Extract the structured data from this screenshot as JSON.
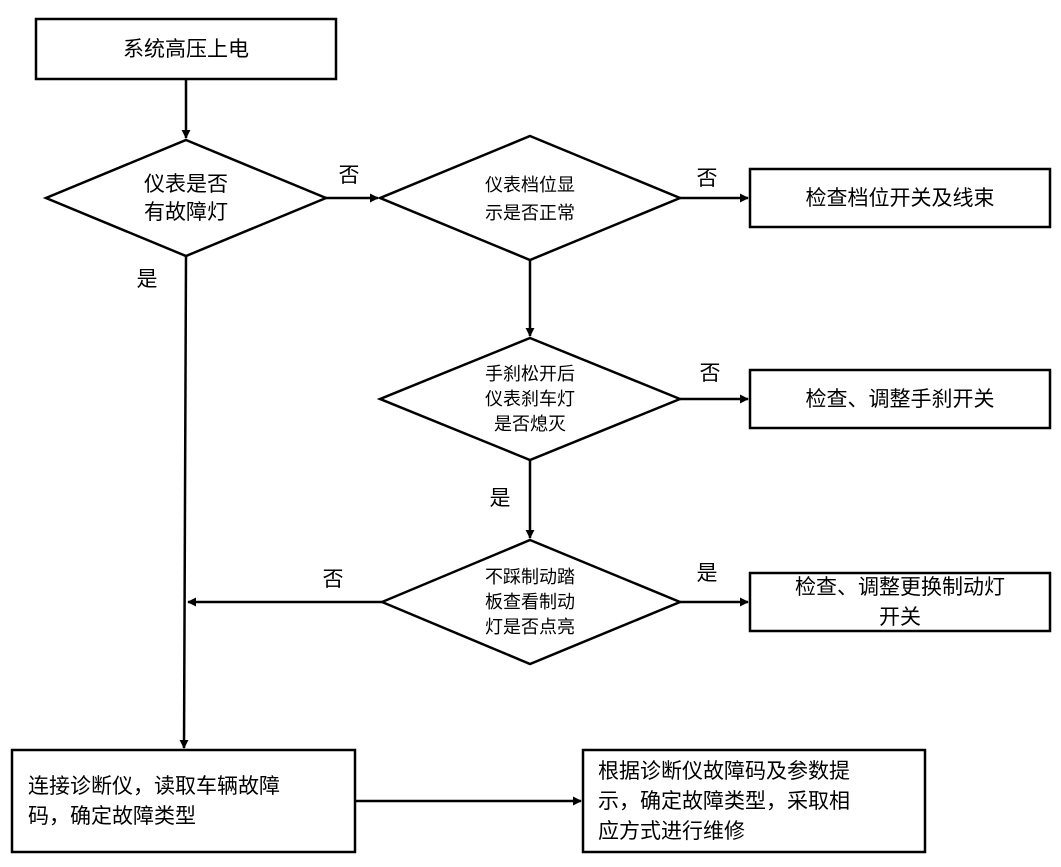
{
  "nodes": {
    "power_on": [
      "系统高压上电"
    ],
    "fault_light_q": [
      "仪表是否",
      "有故障灯"
    ],
    "gear_display_q": [
      "仪表档位显",
      "示是否正常"
    ],
    "check_gear_switch": [
      "检查档位开关及线束"
    ],
    "handbrake_q": [
      "手刹松开后",
      "仪表刹车灯",
      "是否熄灭"
    ],
    "check_handbrake": [
      "检查、调整手刹开关"
    ],
    "brake_light_q": [
      "不踩制动踏",
      "板查看制动",
      "灯是否点亮"
    ],
    "check_brake_switch": [
      "检查、调整更换制动灯",
      "开关"
    ],
    "diagnose": [
      "连接诊断仪，读取车辆故障",
      "码，确定故障类型"
    ],
    "repair": [
      "根据诊断仪故障码及参数提",
      "示，确定故障类型，采取相",
      "应方式进行维修"
    ]
  },
  "edge_labels": {
    "fault_no": "否",
    "fault_yes": "是",
    "gear_no": "否",
    "handbrake_no": "否",
    "handbrake_yes": "是",
    "brake_no": "否",
    "brake_yes": "是"
  }
}
